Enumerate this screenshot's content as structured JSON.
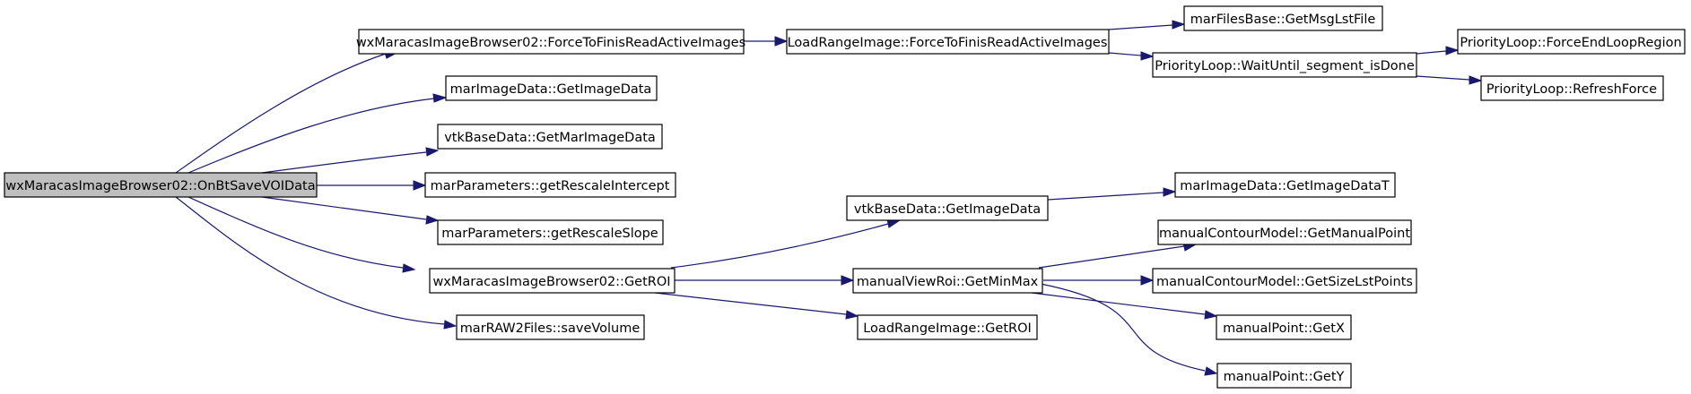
{
  "graph": {
    "nodes": {
      "root": "wxMaracasImageBrowser02::OnBtSaveVOIData",
      "force_finis_browser": "wxMaracasImageBrowser02::ForceToFinisReadActiveImages",
      "get_image_data": "marImageData::GetImageData",
      "get_mar_image_data": "vtkBaseData::GetMarImageData",
      "get_rescale_intercept": "marParameters::getRescaleIntercept",
      "get_rescale_slope": "marParameters::getRescaleSlope",
      "get_roi_browser": "wxMaracasImageBrowser02::GetROI",
      "save_volume": "marRAW2Files::saveVolume",
      "force_finis_lri": "LoadRangeImage::ForceToFinisReadActiveImages",
      "vtk_get_image_data": "vtkBaseData::GetImageData",
      "get_min_max": "manualViewRoi::GetMinMax",
      "lri_get_roi": "LoadRangeImage::GetROI",
      "get_msg_lst_file": "marFilesBase::GetMsgLstFile",
      "wait_until_segment": "PriorityLoop::WaitUntil_segment_isDone",
      "force_end_loop_region": "PriorityLoop::ForceEndLoopRegion",
      "refresh_force": "PriorityLoop::RefreshForce",
      "get_image_data_t": "marImageData::GetImageDataT",
      "get_manual_point": "manualContourModel::GetManualPoint",
      "get_size_lst_points": "manualContourModel::GetSizeLstPoints",
      "get_x": "manualPoint::GetX",
      "get_y": "manualPoint::GetY"
    },
    "edges": [
      [
        "root",
        "force_finis_browser"
      ],
      [
        "root",
        "get_image_data"
      ],
      [
        "root",
        "get_mar_image_data"
      ],
      [
        "root",
        "get_rescale_intercept"
      ],
      [
        "root",
        "get_rescale_slope"
      ],
      [
        "root",
        "get_roi_browser"
      ],
      [
        "root",
        "save_volume"
      ],
      [
        "force_finis_browser",
        "force_finis_lri"
      ],
      [
        "force_finis_lri",
        "get_msg_lst_file"
      ],
      [
        "force_finis_lri",
        "wait_until_segment"
      ],
      [
        "wait_until_segment",
        "force_end_loop_region"
      ],
      [
        "wait_until_segment",
        "refresh_force"
      ],
      [
        "get_roi_browser",
        "vtk_get_image_data"
      ],
      [
        "get_roi_browser",
        "get_min_max"
      ],
      [
        "get_roi_browser",
        "lri_get_roi"
      ],
      [
        "vtk_get_image_data",
        "get_image_data_t"
      ],
      [
        "get_min_max",
        "get_manual_point"
      ],
      [
        "get_min_max",
        "get_size_lst_points"
      ],
      [
        "get_min_max",
        "get_x"
      ],
      [
        "get_min_max",
        "get_y"
      ]
    ],
    "colors": {
      "edge": "#191970",
      "root_fill": "#bfbfbf",
      "node_fill": "#ffffff",
      "node_border": "#000000"
    }
  }
}
